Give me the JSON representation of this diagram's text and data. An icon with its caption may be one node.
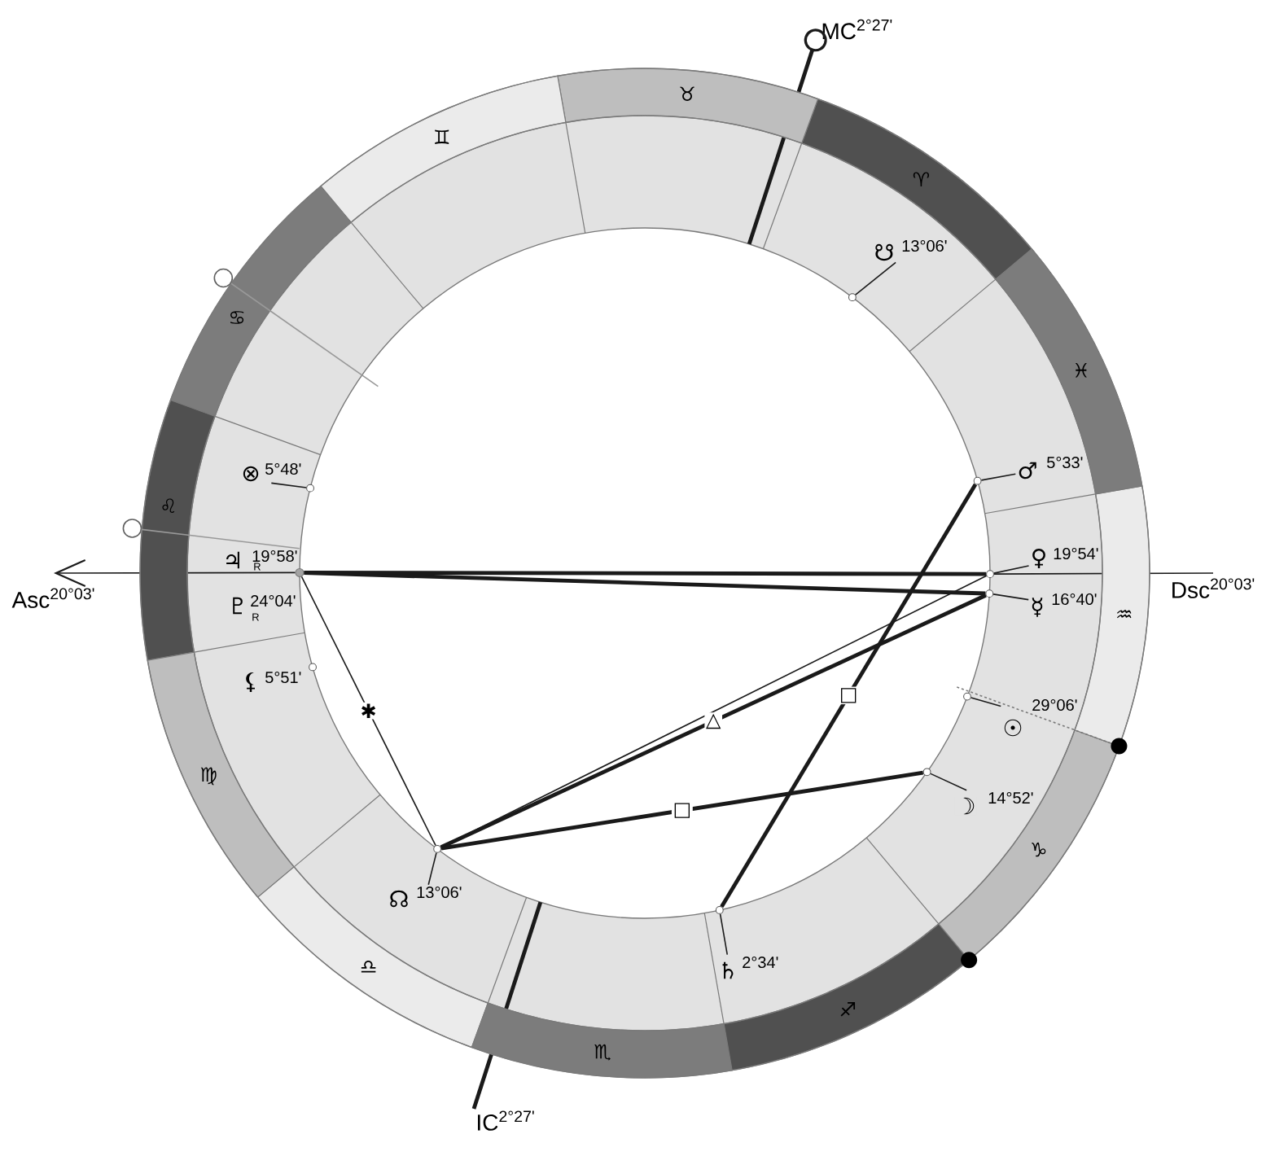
{
  "diagram": {
    "nodes": [
      {
        "text": [
          "Asc$^{20°03'}$"
        ]
      },
      {
        "text": [
          "Dsc$^{20°03'}$"
        ]
      },
      {
        "text": [
          "MC$^{2°27'}$"
        ]
      },
      {
        "text": [
          "IC$^{2°27'}$"
        ]
      },
      {
        "text": [
          "☋",
          "13°06'"
        ]
      },
      {
        "text": [
          "⊗",
          "5°48'"
        ]
      },
      {
        "text": [
          "♃",
          "19°58'",
          "R"
        ]
      },
      {
        "text": [
          "♇",
          "24°04'",
          "R"
        ]
      },
      {
        "text": [
          "⚸",
          "5°51'"
        ]
      },
      {
        "text": [
          "♂",
          "5°33'"
        ]
      },
      {
        "text": [
          "♀",
          "19°54'"
        ]
      },
      {
        "text": [
          "☿",
          "16°40'"
        ]
      },
      {
        "text": [
          "☉",
          "29°06'"
        ]
      },
      {
        "text": [
          "☽",
          "14°52'"
        ]
      },
      {
        "text": [
          "♄",
          "2°34'"
        ]
      },
      {
        "text": [
          "☊",
          "13°06'"
        ]
      },
      {
        "text": [],
        "shape": "circle"
      },
      {
        "text": [],
        "shape": "circle"
      },
      {
        "text": [],
        "shape": "circle"
      },
      {
        "text": [],
        "shape": "circle"
      },
      {
        "text": [],
        "shape": "circle"
      },
      {
        "text": [],
        "shape": "circle"
      },
      {
        "text": [],
        "shape": "circle"
      },
      {
        "text": [],
        "shape": "circle"
      },
      {
        "text": [],
        "shape": "circle"
      },
      {
        "text": [],
        "shape": "circle"
      },
      {
        "text": [],
        "shape": "circle"
      },
      {
        "text": [],
        "shape": "circle"
      },
      {
        "text": [],
        "shape": "circle"
      }
    ],
    "edges": [
      {
        "from": 18,
        "to": 0,
        "arrow": "to"
      },
      {
        "from": 21,
        "to": 1,
        "arrow": "none"
      },
      {
        "from": null,
        "to": 2,
        "arrow": "other",
        "style": "thick"
      },
      {
        "from": null,
        "to": 3,
        "arrow": "none",
        "style": "thick"
      },
      {
        "from": 4,
        "to": 16,
        "arrow": "none"
      },
      {
        "from": 5,
        "to": 17,
        "arrow": "none"
      },
      {
        "from": 9,
        "to": 20,
        "arrow": "none"
      },
      {
        "from": 10,
        "to": 21,
        "arrow": "none"
      },
      {
        "from": 11,
        "to": 22,
        "arrow": "none"
      },
      {
        "from": 12,
        "to": 23,
        "arrow": "none"
      },
      {
        "from": 13,
        "to": 24,
        "arrow": "none"
      },
      {
        "from": 14,
        "to": 25,
        "arrow": "none"
      },
      {
        "from": 15,
        "to": 26,
        "arrow": "none"
      },
      {
        "from": 26,
        "to": 22,
        "arrow": "none",
        "label": "△",
        "style": "thick"
      },
      {
        "from": 26,
        "to": 21,
        "arrow": "none"
      },
      {
        "from": 26,
        "to": 24,
        "arrow": "none",
        "label": "□",
        "style": "thick"
      },
      {
        "from": 26,
        "to": 18,
        "arrow": "none",
        "label": "✱"
      },
      {
        "from": 25,
        "to": 20,
        "arrow": "none",
        "label": "□",
        "style": "thick"
      },
      {
        "from": 18,
        "to": 22,
        "arrow": "none",
        "style": "thick"
      },
      {
        "from": 18,
        "to": 21,
        "arrow": "none",
        "style": "thick"
      },
      {
        "from": 27,
        "to": null,
        "arrow": "none",
        "color": "#999999"
      },
      {
        "from": 28,
        "to": 6,
        "arrow": "none",
        "color": "#999999"
      }
    ],
    "labels": [
      "♉",
      "♊",
      "♈",
      "♋",
      "♓",
      "♌",
      "♒",
      "♍",
      "♑",
      "♎",
      "♐",
      "♏"
    ]
  }
}
